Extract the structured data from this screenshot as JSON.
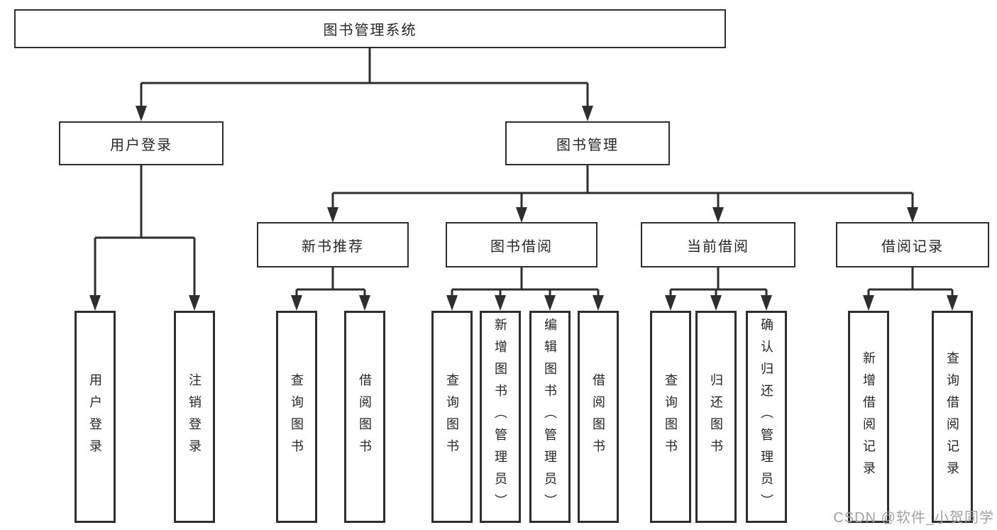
{
  "colors": {
    "background": "#ffffff",
    "line": "#2e2e2e",
    "box_border": "#2e2e2e",
    "text": "#262626",
    "watermark": "#a2a2a2"
  },
  "tree": {
    "root": {
      "label": "图书管理系统"
    },
    "level2": [
      {
        "label": "用户登录"
      },
      {
        "label": "图书管理"
      }
    ],
    "level3": [
      {
        "label": "新书推荐",
        "parent": "图书管理"
      },
      {
        "label": "图书借阅",
        "parent": "图书管理"
      },
      {
        "label": "当前借阅",
        "parent": "图书管理"
      },
      {
        "label": "借阅记录",
        "parent": "图书管理"
      }
    ],
    "leaves": [
      {
        "label": "用户登录",
        "parent": "用户登录"
      },
      {
        "label": "注销登录",
        "parent": "用户登录"
      },
      {
        "label": "查询图书",
        "parent": "新书推荐"
      },
      {
        "label": "借阅图书",
        "parent": "新书推荐"
      },
      {
        "label": "查询图书",
        "parent": "图书借阅"
      },
      {
        "label": "新增图书（管理员）",
        "parent": "图书借阅"
      },
      {
        "label": "编辑图书（管理员）",
        "parent": "图书借阅"
      },
      {
        "label": "借阅图书",
        "parent": "图书借阅"
      },
      {
        "label": "查询图书",
        "parent": "当前借阅"
      },
      {
        "label": "归还图书",
        "parent": "当前借阅"
      },
      {
        "label": "确认归还（管理员）",
        "parent": "当前借阅"
      },
      {
        "label": "新增借阅记录",
        "parent": "借阅记录"
      },
      {
        "label": "查询借阅记录",
        "parent": "借阅记录"
      }
    ]
  },
  "watermark": {
    "text": "CSDN @软件_小贺同学"
  }
}
